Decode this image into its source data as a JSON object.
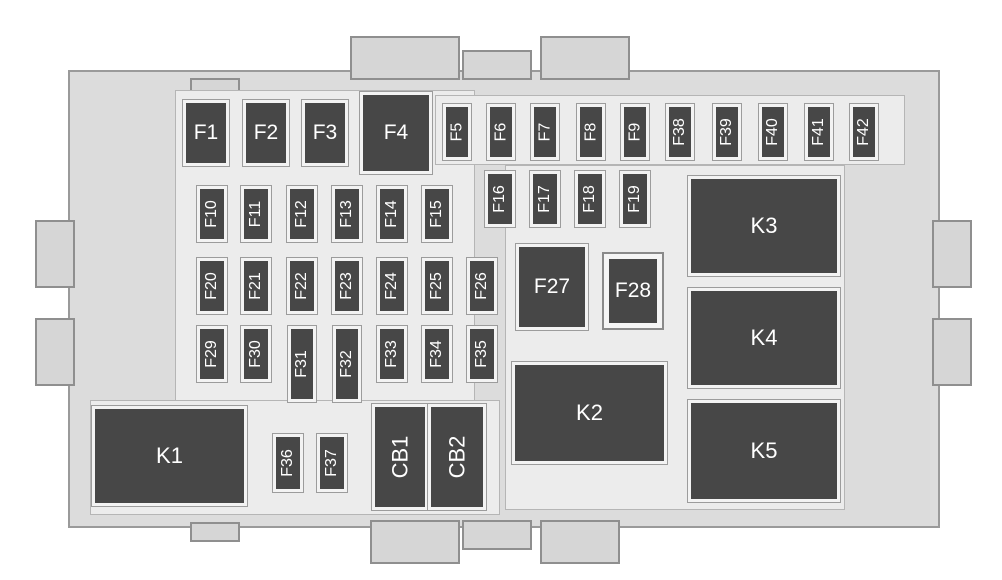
{
  "diagram": {
    "components": {
      "F1": "F1",
      "F2": "F2",
      "F3": "F3",
      "F4": "F4",
      "F5": "F5",
      "F6": "F6",
      "F7": "F7",
      "F8": "F8",
      "F9": "F9",
      "F10": "F10",
      "F11": "F11",
      "F12": "F12",
      "F13": "F13",
      "F14": "F14",
      "F15": "F15",
      "F16": "F16",
      "F17": "F17",
      "F18": "F18",
      "F19": "F19",
      "F20": "F20",
      "F21": "F21",
      "F22": "F22",
      "F23": "F23",
      "F24": "F24",
      "F25": "F25",
      "F26": "F26",
      "F27": "F27",
      "F28": "F28",
      "F29": "F29",
      "F30": "F30",
      "F31": "F31",
      "F32": "F32",
      "F33": "F33",
      "F34": "F34",
      "F35": "F35",
      "F36": "F36",
      "F37": "F37",
      "F38": "F38",
      "F39": "F39",
      "F40": "F40",
      "F41": "F41",
      "F42": "F42",
      "CB1": "CB1",
      "CB2": "CB2",
      "K1": "K1",
      "K2": "K2",
      "K3": "K3",
      "K4": "K4",
      "K5": "K5"
    },
    "colors": {
      "component_fill": "#474747",
      "housing": "#dcdcdc",
      "label": "#ffffff"
    }
  }
}
